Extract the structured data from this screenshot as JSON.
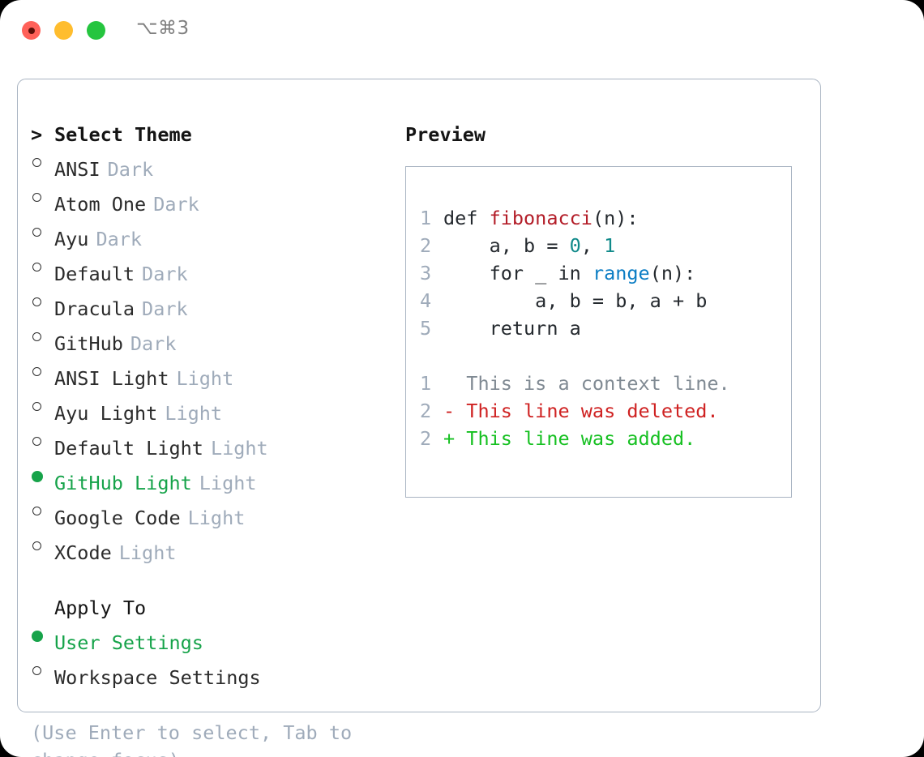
{
  "titlebar": {
    "shortcut": "⌥⌘3",
    "dots": [
      "close-red",
      "minimize-yellow",
      "zoom-green"
    ]
  },
  "theme_selector": {
    "prompt": ">",
    "heading": "Select Theme",
    "items": [
      {
        "marker": "○",
        "name": "ANSI",
        "badge": "Dark",
        "selected": false
      },
      {
        "marker": "○",
        "name": "Atom One",
        "badge": "Dark",
        "selected": false
      },
      {
        "marker": "○",
        "name": "Ayu",
        "badge": "Dark",
        "selected": false
      },
      {
        "marker": "○",
        "name": "Default",
        "badge": "Dark",
        "selected": false
      },
      {
        "marker": "○",
        "name": "Dracula",
        "badge": "Dark",
        "selected": false
      },
      {
        "marker": "○",
        "name": "GitHub",
        "badge": "Dark",
        "selected": false
      },
      {
        "marker": "○",
        "name": "ANSI Light",
        "badge": "Light",
        "selected": false
      },
      {
        "marker": "○",
        "name": "Ayu Light",
        "badge": "Light",
        "selected": false
      },
      {
        "marker": "○",
        "name": "Default Light",
        "badge": "Light",
        "selected": false
      },
      {
        "marker": "●",
        "name": "GitHub Light",
        "badge": "Light",
        "selected": true
      },
      {
        "marker": "○",
        "name": "Google Code",
        "badge": "Light",
        "selected": false
      },
      {
        "marker": "○",
        "name": "XCode",
        "badge": "Light",
        "selected": false
      }
    ]
  },
  "apply_to": {
    "heading": "Apply To",
    "options": [
      {
        "marker": "●",
        "label": "User Settings",
        "selected": true
      },
      {
        "marker": "○",
        "label": "Workspace Settings",
        "selected": false
      }
    ]
  },
  "hint": "(Use Enter to select, Tab to change focus)",
  "preview": {
    "title": "Preview",
    "code_lines": [
      {
        "num": "1",
        "parts": [
          {
            "t": "def ",
            "c": "plain"
          },
          {
            "t": "fibonacci",
            "c": "fn"
          },
          {
            "t": "(n):",
            "c": "plain"
          }
        ]
      },
      {
        "num": "2",
        "parts": [
          {
            "t": "    a, b = ",
            "c": "plain"
          },
          {
            "t": "0",
            "c": "num"
          },
          {
            "t": ", ",
            "c": "plain"
          },
          {
            "t": "1",
            "c": "num"
          }
        ]
      },
      {
        "num": "3",
        "parts": [
          {
            "t": "    for _ in ",
            "c": "plain"
          },
          {
            "t": "range",
            "c": "call"
          },
          {
            "t": "(n):",
            "c": "plain"
          }
        ]
      },
      {
        "num": "4",
        "parts": [
          {
            "t": "        a, b = b, a + b",
            "c": "plain"
          }
        ]
      },
      {
        "num": "5",
        "parts": [
          {
            "t": "    return a",
            "c": "plain"
          }
        ]
      }
    ],
    "diff_lines": [
      {
        "num": "1",
        "prefix": "  ",
        "text": "This is a context line.",
        "kind": "context"
      },
      {
        "num": "2",
        "prefix": "- ",
        "text": "This line was deleted.",
        "kind": "deleted"
      },
      {
        "num": "2",
        "prefix": "+ ",
        "text": "This line was added.",
        "kind": "added"
      }
    ]
  },
  "colors": {
    "accent_green": "#16a34a",
    "muted_blue_gray": "#9fabba",
    "border": "#a9b4c2",
    "function_red": "#b31d28",
    "number_teal": "#118a8a",
    "call_blue": "#0b7dc4",
    "diff_deleted": "#cf2222",
    "diff_added": "#16c021",
    "diff_context": "#808a93"
  }
}
